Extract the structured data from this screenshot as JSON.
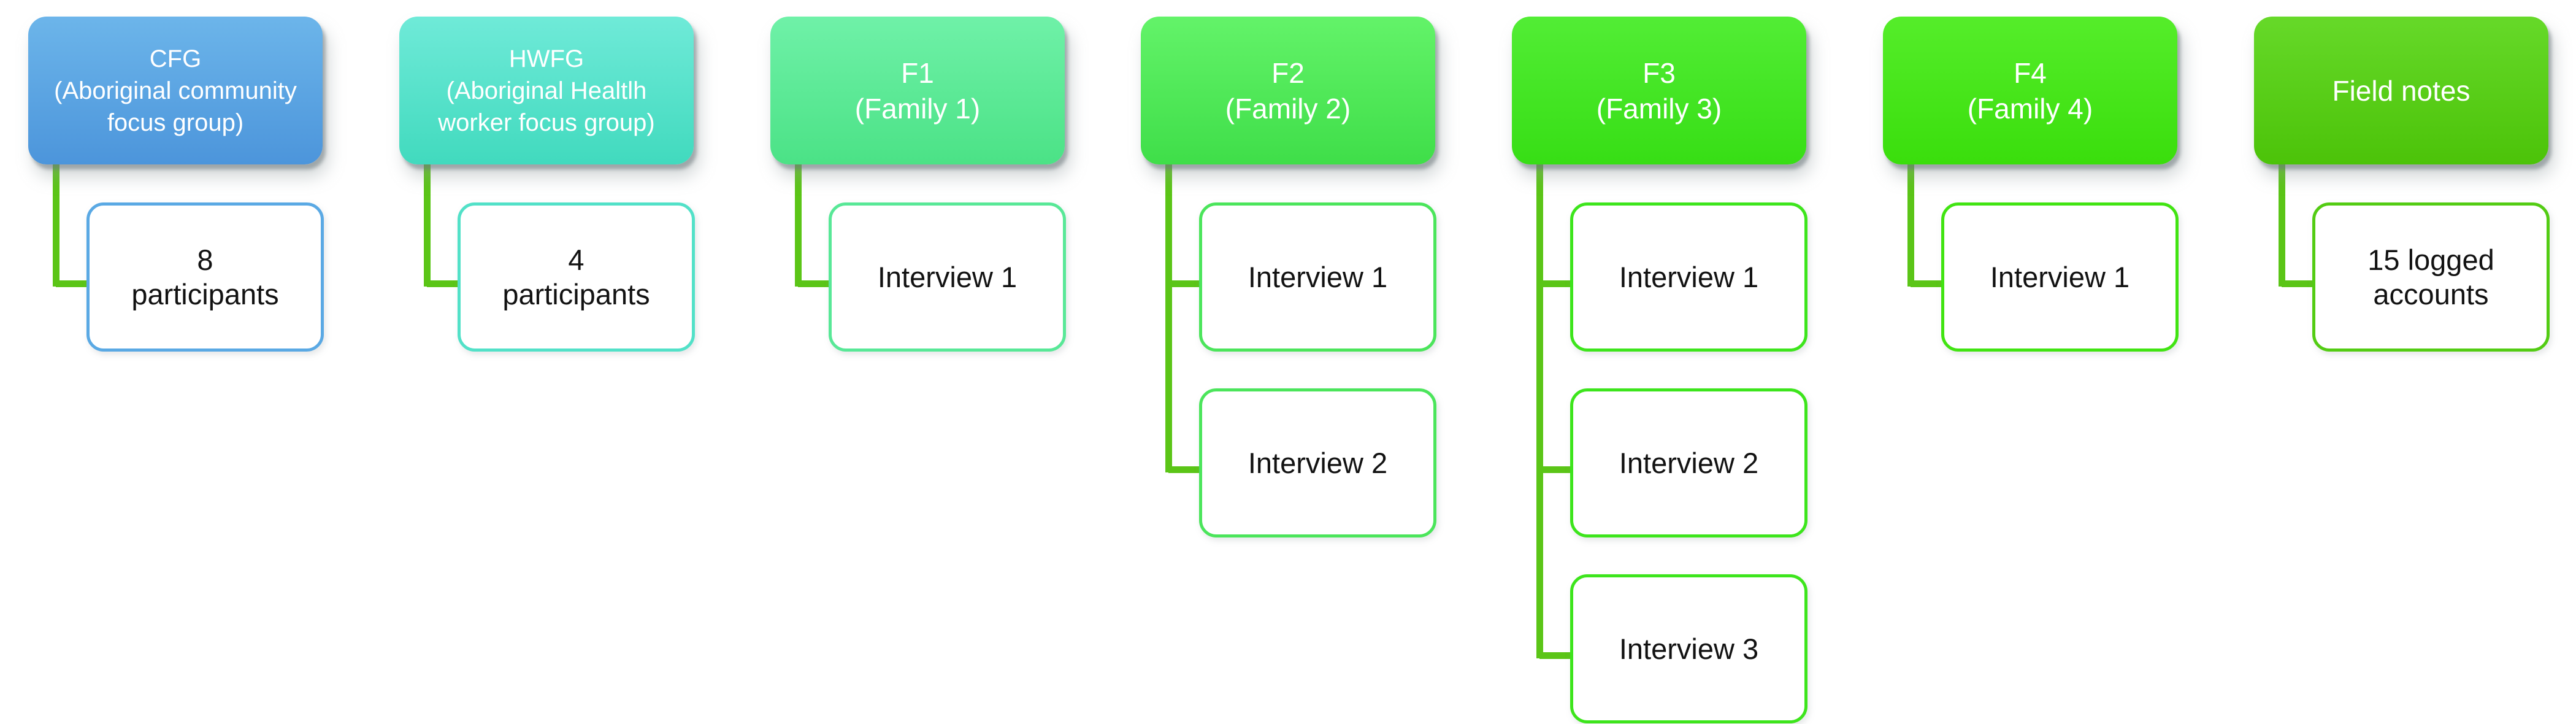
{
  "theme": {
    "connector": "#5BC517"
  },
  "columns": [
    {
      "id": "cfg",
      "parent_label": "CFG\n(Aboriginal community\nfocus group)",
      "colors": {
        "top": "#6CB5EA",
        "bottom": "#4C95DB",
        "border": "#5AA9E4"
      },
      "children": [
        "8\nparticipants"
      ]
    },
    {
      "id": "hwfg",
      "parent_label": "HWFG\n(Aboriginal Healtlh\nworker focus group)",
      "colors": {
        "top": "#6FEAD8",
        "bottom": "#41DABE",
        "border": "#52E1C8"
      },
      "children": [
        "4\nparticipants"
      ]
    },
    {
      "id": "f1",
      "parent_label": "F1\n(Family 1)",
      "colors": {
        "top": "#6FF1A8",
        "bottom": "#4BE286",
        "border": "#58E897"
      },
      "children": [
        "Interview 1"
      ]
    },
    {
      "id": "f2",
      "parent_label": "F2\n(Family 2)",
      "colors": {
        "top": "#63F369",
        "bottom": "#3FDE49",
        "border": "#4BE55B"
      },
      "children": [
        "Interview 1",
        "Interview 2"
      ]
    },
    {
      "id": "f3",
      "parent_label": "F3\n(Family 3)",
      "colors": {
        "top": "#52ED35",
        "bottom": "#37DE15",
        "border": "#3DE51C"
      },
      "children": [
        "Interview 1",
        "Interview 2",
        "Interview 3"
      ]
    },
    {
      "id": "f4",
      "parent_label": "F4\n(Family 4)",
      "colors": {
        "top": "#55ED2A",
        "bottom": "#3ADE0C",
        "border": "#41E412"
      },
      "children": [
        "Interview 1"
      ]
    },
    {
      "id": "field-notes",
      "parent_label": "Field notes",
      "colors": {
        "top": "#66D929",
        "bottom": "#4CC309",
        "border": "#53CC13"
      },
      "children": [
        "15 logged\naccounts"
      ]
    }
  ]
}
